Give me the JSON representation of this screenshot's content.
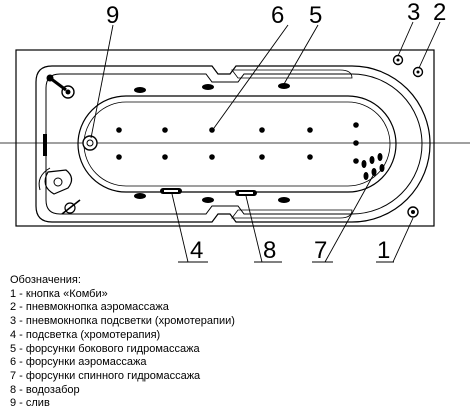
{
  "diagram": {
    "callouts": [
      "9",
      "6",
      "5",
      "3",
      "2",
      "4",
      "8",
      "7",
      "1"
    ]
  },
  "legend": {
    "title": "Обозначения:",
    "items": [
      "1 - кнопка «Комби»",
      "2 - пневмокнопка аэромассажа",
      "3 - пневмокнопка подсветки (хромотерапии)",
      "4 - подсветка (хромотерапия)",
      "5 - форсунки бокового гидромассажа",
      "6 - форсунки аэромассажа",
      "7 - форсунки спинного гидромассажа",
      "8 - водозабор",
      "9 - слив"
    ]
  }
}
